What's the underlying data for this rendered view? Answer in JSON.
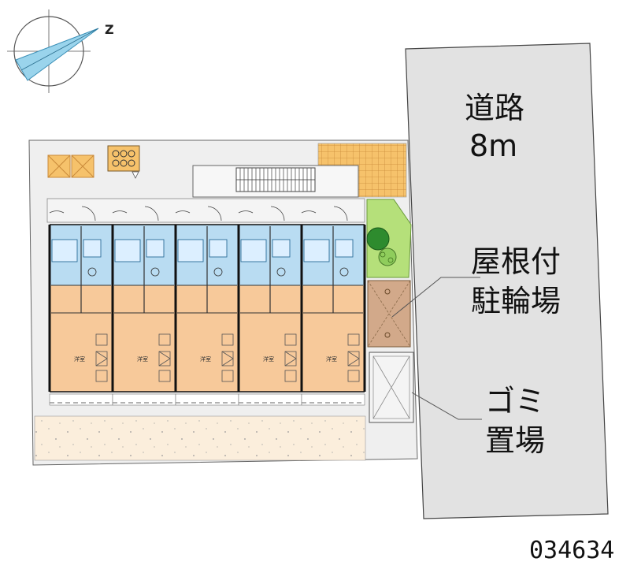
{
  "compass": {
    "north_mark": "Z"
  },
  "road": {
    "line1": "道路",
    "line2": "8m"
  },
  "bike_parking": {
    "line1": "屋根付",
    "line2": "駐輪場"
  },
  "garbage": {
    "line1": "ゴミ",
    "line2": "置場"
  },
  "units": [
    {
      "room_label": "洋室"
    },
    {
      "room_label": "洋室"
    },
    {
      "room_label": "洋室"
    },
    {
      "room_label": "洋室"
    },
    {
      "room_label": "洋室"
    }
  ],
  "property_code": "034634",
  "colors": {
    "road": "#e2e2e2",
    "site": "#efefef",
    "room": "#f7c99a",
    "wet_area": "#b9dcf2",
    "green": "#b5e07a",
    "bike_area": "#d2a98a",
    "paving": "#fbeedc",
    "tile": "#f6c26b"
  }
}
